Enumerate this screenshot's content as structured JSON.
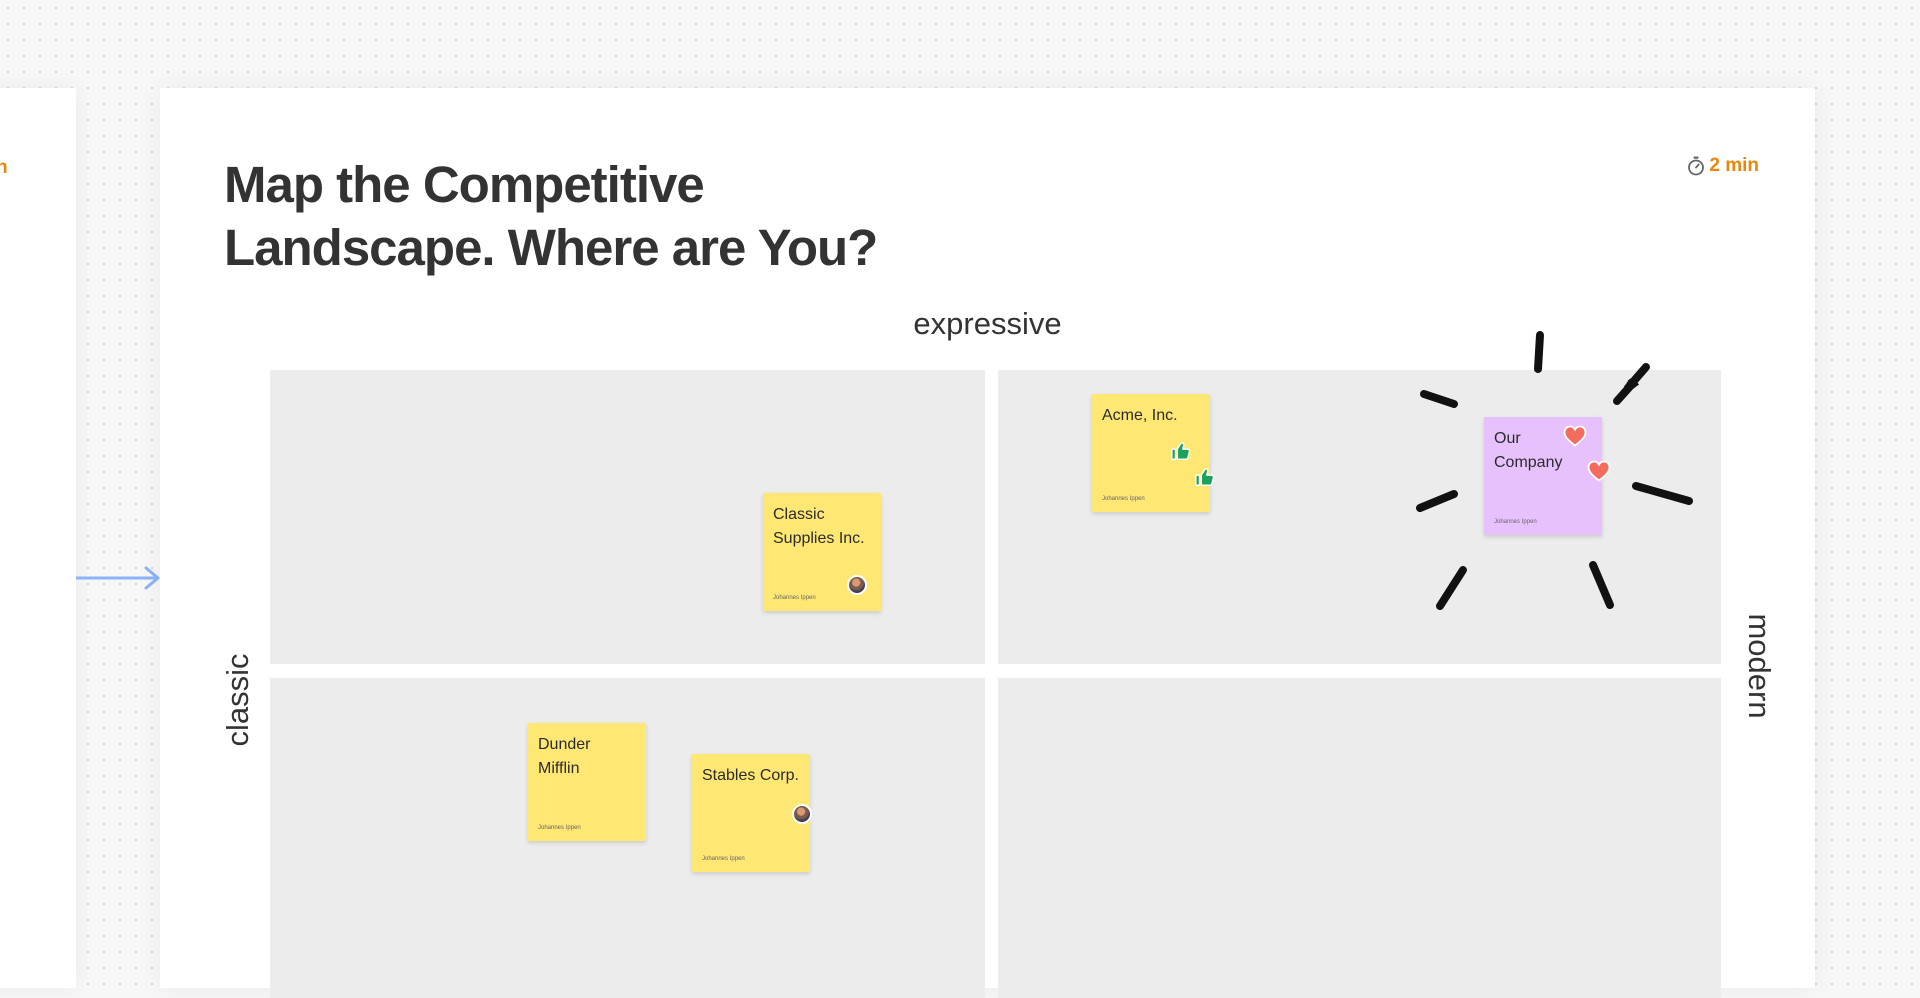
{
  "prev_frame": {
    "timer": "n"
  },
  "frame": {
    "title": "Map the Competitive\nLandscape. Where are You?",
    "timer": {
      "icon": "stopwatch-icon",
      "value": "2 min"
    },
    "axes": {
      "top": "expressive",
      "left": "classic",
      "right": "modern"
    }
  },
  "stickies": [
    {
      "text": "Classic Supplies Inc.",
      "author": "Johannes Ippen",
      "color": "#ffe773",
      "reactions": [],
      "has_avatar": true
    },
    {
      "text": "Acme, Inc.",
      "author": "Johannes Ippen",
      "color": "#ffe773",
      "reactions": [
        "thumbs-up-icon",
        "thumbs-up-icon"
      ],
      "has_avatar": false
    },
    {
      "text": "Our Company",
      "author": "Johannes Ippen",
      "color": "#e6c1fd",
      "reactions": [
        "heart-icon",
        "heart-icon"
      ],
      "has_avatar": false
    },
    {
      "text": "Dunder Mifflin",
      "author": "Johannes Ippen",
      "color": "#ffe773",
      "reactions": [],
      "has_avatar": false
    },
    {
      "text": "Stables Corp.",
      "author": "Johannes Ippen",
      "color": "#ffe773",
      "reactions": [],
      "has_avatar": true
    }
  ],
  "colors": {
    "accent": "#e8870e",
    "connector": "#8ab4f8",
    "quadrant": "#ececec",
    "sticky_yellow": "#ffe773",
    "sticky_purple": "#e6c1fd"
  }
}
